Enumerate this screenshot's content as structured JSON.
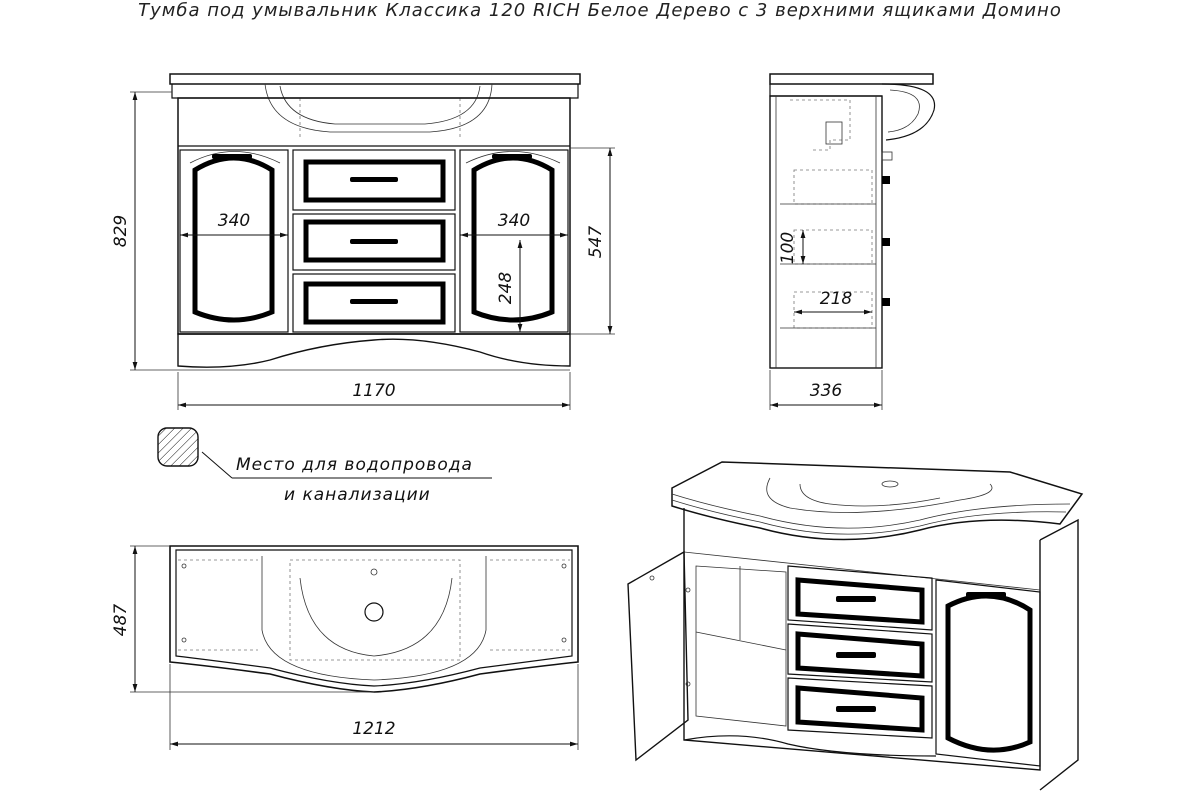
{
  "title": "Тумба под умывальник Классика 120 RICH Белое Дерево с 3 верхними ящиками Домино",
  "front_view": {
    "height_total": "829",
    "door_width_left": "340",
    "door_width_right": "340",
    "drawer_height": "248",
    "cabinet_height": "547",
    "width": "1170"
  },
  "side_view": {
    "shelf_height": "100",
    "shelf_depth": "218",
    "depth": "336"
  },
  "legend": {
    "line1": "Место для водопровода",
    "line2": "и канализации"
  },
  "top_view": {
    "depth": "487",
    "width": "1212"
  },
  "icons": [
    "hatched-square-icon",
    "drawer-handle-icon"
  ]
}
